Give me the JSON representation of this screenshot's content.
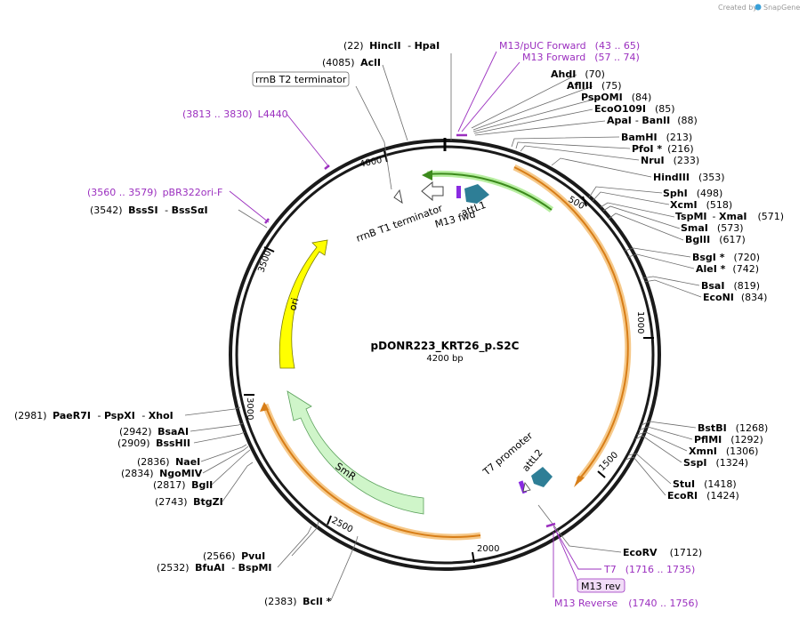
{
  "watermark": {
    "created_by": "Created by",
    "brand": "SnapGene"
  },
  "plasmid": {
    "name": "pDONR223_KRT26_p.S2C",
    "size_label": "4200 bp",
    "length": 4200
  },
  "ticks": [
    "500",
    "1000",
    "1500",
    "2000",
    "2500",
    "3000",
    "3500",
    "4000"
  ],
  "sites": [
    {
      "pos": "(22)",
      "enzymes": [
        "HincII",
        "HpaI"
      ],
      "sep": "-"
    },
    {
      "pos": "(4085)",
      "enzymes": [
        "AclI"
      ]
    },
    {
      "pos": "(70)",
      "enzymes": [
        "AhdI"
      ]
    },
    {
      "pos": "(75)",
      "enzymes": [
        "AflIII"
      ]
    },
    {
      "pos": "(84)",
      "enzymes": [
        "PspOMI"
      ]
    },
    {
      "pos": "(85)",
      "enzymes": [
        "EcoO109I"
      ]
    },
    {
      "pos": "(88)",
      "enzymes": [
        "ApaI",
        "BanII"
      ],
      "sep": "-"
    },
    {
      "pos": "(213)",
      "enzymes": [
        "BamHI"
      ]
    },
    {
      "pos": "(216)",
      "enzymes": [
        "PfoI *"
      ]
    },
    {
      "pos": "(233)",
      "enzymes": [
        "NruI"
      ]
    },
    {
      "pos": "(353)",
      "enzymes": [
        "HindIII"
      ]
    },
    {
      "pos": "(498)",
      "enzymes": [
        "SphI"
      ]
    },
    {
      "pos": "(518)",
      "enzymes": [
        "XcmI"
      ]
    },
    {
      "pos": "(571)",
      "enzymes": [
        "TspMI",
        "XmaI"
      ],
      "sep": "-"
    },
    {
      "pos": "(573)",
      "enzymes": [
        "SmaI"
      ]
    },
    {
      "pos": "(617)",
      "enzymes": [
        "BglII"
      ]
    },
    {
      "pos": "(720)",
      "enzymes": [
        "BsgI *"
      ]
    },
    {
      "pos": "(742)",
      "enzymes": [
        "AleI *"
      ]
    },
    {
      "pos": "(819)",
      "enzymes": [
        "BsaI"
      ]
    },
    {
      "pos": "(834)",
      "enzymes": [
        "EcoNI"
      ]
    },
    {
      "pos": "(1268)",
      "enzymes": [
        "BstBI"
      ]
    },
    {
      "pos": "(1292)",
      "enzymes": [
        "PflMI"
      ]
    },
    {
      "pos": "(1306)",
      "enzymes": [
        "XmnI"
      ]
    },
    {
      "pos": "(1324)",
      "enzymes": [
        "SspI"
      ]
    },
    {
      "pos": "(1418)",
      "enzymes": [
        "StuI"
      ]
    },
    {
      "pos": "(1424)",
      "enzymes": [
        "EcoRI"
      ]
    },
    {
      "pos": "(1712)",
      "enzymes": [
        "EcoRV"
      ]
    },
    {
      "pos": "(2383)",
      "enzymes": [
        "BclI *"
      ]
    },
    {
      "pos": "(2532)",
      "enzymes": [
        "BfuAI",
        "BspMI"
      ],
      "sep": "-"
    },
    {
      "pos": "(2566)",
      "enzymes": [
        "PvuI"
      ]
    },
    {
      "pos": "(2743)",
      "enzymes": [
        "BtgZI"
      ]
    },
    {
      "pos": "(2817)",
      "enzymes": [
        "BglI"
      ]
    },
    {
      "pos": "(2834)",
      "enzymes": [
        "NgoMIV"
      ]
    },
    {
      "pos": "(2836)",
      "enzymes": [
        "NaeI"
      ]
    },
    {
      "pos": "(2909)",
      "enzymes": [
        "BssHII"
      ]
    },
    {
      "pos": "(2942)",
      "enzymes": [
        "BsaAI"
      ]
    },
    {
      "pos": "(2981)",
      "enzymes": [
        "PaeR7I",
        "PspXI",
        "XhoI"
      ],
      "sep": "-"
    },
    {
      "pos": "(3542)",
      "enzymes": [
        "BssSI",
        "BssSαI"
      ],
      "sep": "-"
    }
  ],
  "primers": [
    {
      "name": "M13/pUC Forward",
      "range": "(43 .. 65)"
    },
    {
      "name": "M13 Forward",
      "range": "(57 .. 74)"
    },
    {
      "name": "T7",
      "range": "(1716 .. 1735)"
    },
    {
      "name": "M13 rev"
    },
    {
      "name": "M13 Reverse",
      "range": "(1740 .. 1756)"
    },
    {
      "name": "L4440",
      "range": "(3813 .. 3830)"
    },
    {
      "name": "pBR322ori-F",
      "range": "(3560 .. 3579)"
    }
  ],
  "features": {
    "rrnb_t2": "rrnB T2 terminator",
    "rrnb_t1": "rrnB T1 terminator",
    "attl1": "attL1",
    "m13fwd": "M13 fwd",
    "ori": "ori",
    "smr": "SmR",
    "t7": "T7 promoter",
    "attl2": "attL2"
  }
}
